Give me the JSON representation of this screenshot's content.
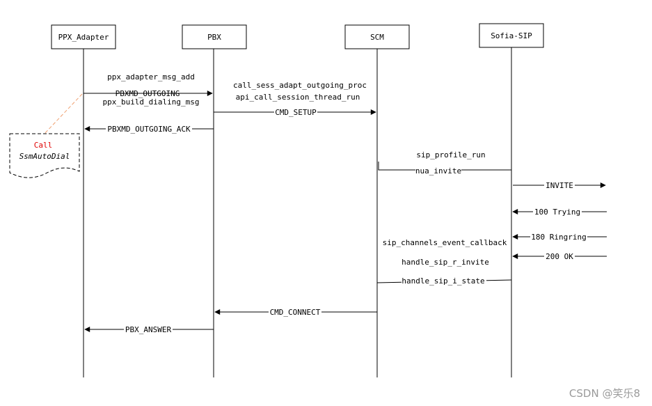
{
  "participants": [
    {
      "id": "ppx",
      "label": "PPX_Adapter"
    },
    {
      "id": "pbx",
      "label": "PBX"
    },
    {
      "id": "scm",
      "label": "SCM"
    },
    {
      "id": "sofia",
      "label": "Sofia-SIP"
    }
  ],
  "note": {
    "line1": "Call",
    "line2": "SsmAutoDial"
  },
  "texts": {
    "ppx_adapter_msg_add": "ppx_adapter_msg_add",
    "pbxmd_outgoing": "PBXMD_OUTGOING",
    "ppx_build_dialing_msg": "ppx_build_dialing_msg",
    "call_sess_adapt_outgoing_proc": "call_sess_adapt_outgoing_proc",
    "api_call_session_thread_run": "api_call_session_thread_run",
    "cmd_setup": "CMD_SETUP",
    "pbxmd_outgoing_ack": "PBXMD_OUTGOING_ACK",
    "sip_profile_run": "sip_profile_run",
    "nua_invite": "nua_invite",
    "invite": "INVITE",
    "trying": "100 Trying",
    "ringring": "180 Ringring",
    "sip_channels_event_callback": "sip_channels_event_callback",
    "ok": "200 OK",
    "handle_sip_r_invite": "handle_sip_r_invite",
    "handle_sip_i_state": "handle_sip_i_state",
    "cmd_connect": "CMD_CONNECT",
    "pbx_answer": "PBX_ANSWER"
  },
  "watermark": "CSDN @笑乐8",
  "colors": {
    "line": "#000000",
    "note_text": "#e00000",
    "dashed_link": "#f0a070",
    "watermark": "#9a9a9a"
  }
}
